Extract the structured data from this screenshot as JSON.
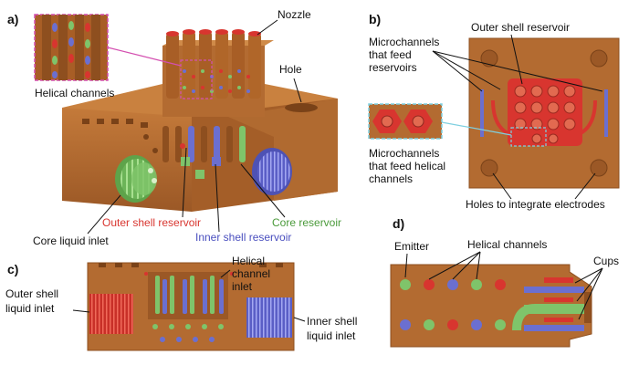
{
  "panels": {
    "a": "a)",
    "b": "b)",
    "c": "c)",
    "d": "d)"
  },
  "panel_a": {
    "nozzle": "Nozzle",
    "hole": "Hole",
    "helical_channels": "Helical channels",
    "outer_shell_reservoir": "Outer shell reservoir",
    "core_reservoir": "Core reservoir",
    "inner_shell_reservoir": "Inner shell reservoir",
    "core_liquid_inlet": "Core liquid inlet"
  },
  "panel_b": {
    "outer_shell_reservoir": "Outer shell reservoir",
    "microchannels_feed_reservoirs": [
      "Microchannels",
      "that feed",
      "reservoirs"
    ],
    "microchannels_feed_helical": [
      "Microchannels",
      "that feed helical",
      "channels"
    ],
    "holes_electrodes": "Holes to integrate electrodes"
  },
  "panel_c": {
    "outer_shell_inlet": [
      "Outer shell",
      "liquid inlet"
    ],
    "helical_channel_inlet": [
      "Helical",
      "channel",
      "inlet"
    ],
    "inner_shell_inlet": [
      "Inner shell",
      "liquid inlet"
    ]
  },
  "panel_d": {
    "emitter": "Emitter",
    "helical_channels": "Helical channels",
    "cups": "Cups"
  },
  "colors": {
    "body": "#b3692f",
    "body_dark": "#8e4f1f",
    "outer_shell": "#d8352f",
    "inner_shell": "#6b6fd0",
    "core": "#7fc46a",
    "highlight_box": "#d44fb0",
    "callout_line": "#7fd0e0"
  }
}
